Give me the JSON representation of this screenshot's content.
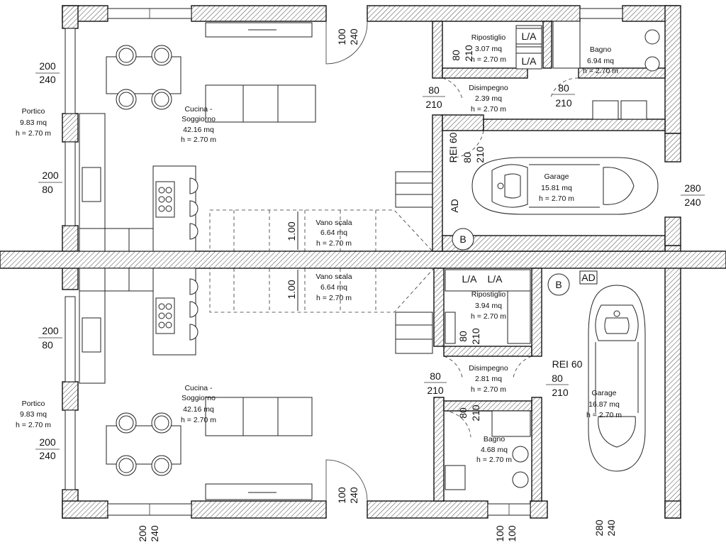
{
  "rooms": {
    "top": {
      "cucina": {
        "name": "Cucina -",
        "name2": "Soggiorno",
        "area": "42.16 mq",
        "height": "h = 2.70 m"
      },
      "portico": {
        "name": "Portico",
        "area": "9.83 mq",
        "height": "h = 2.70 m"
      },
      "ripostiglio": {
        "name": "Ripostiglio",
        "area": "3.07 mq",
        "height": "h = 2.70 m"
      },
      "bagno": {
        "name": "Bagno",
        "area": "6.94 mq",
        "height": "h = 2.70 m"
      },
      "disimpegno": {
        "name": "Disimpegno",
        "area": "2.39 mq",
        "height": "h = 2.70 m"
      },
      "garage": {
        "name": "Garage",
        "area": "15.81 mq",
        "height": "h = 2.70 m"
      },
      "vano": {
        "name": "Vano scala",
        "area": "6.64 mq",
        "height": "h = 2.70 m"
      }
    },
    "bottom": {
      "cucina": {
        "name": "Cucina -",
        "name2": "Soggiorno",
        "area": "42.16 mq",
        "height": "h = 2.70 m"
      },
      "portico": {
        "name": "Portico",
        "area": "9.83 mq",
        "height": "h = 2.70 m"
      },
      "ripostiglio": {
        "name": "Ripostiglio",
        "area": "3.94 mq",
        "height": "h = 2.70 m"
      },
      "bagno": {
        "name": "Bagno",
        "area": "4.68 mq",
        "height": "h = 2.70 m"
      },
      "disimpegno": {
        "name": "Disimpegno",
        "area": "2.81 mq",
        "height": "h = 2.70 m"
      },
      "garage": {
        "name": "Garage",
        "area": "16.87 mq",
        "height": "h = 2.70 m"
      },
      "vano": {
        "name": "Vano scala",
        "area": "6.64 mq",
        "height": "h = 2.70 m"
      }
    }
  },
  "dims": {
    "w200": "200",
    "h240": "240",
    "h80": "80",
    "w100": "100",
    "w80": "80",
    "h210": "210",
    "w280": "280",
    "stair_width": "1.00"
  },
  "tags": {
    "la": "L/A",
    "rei": "REI 60",
    "ad": "AD",
    "b": "B"
  }
}
